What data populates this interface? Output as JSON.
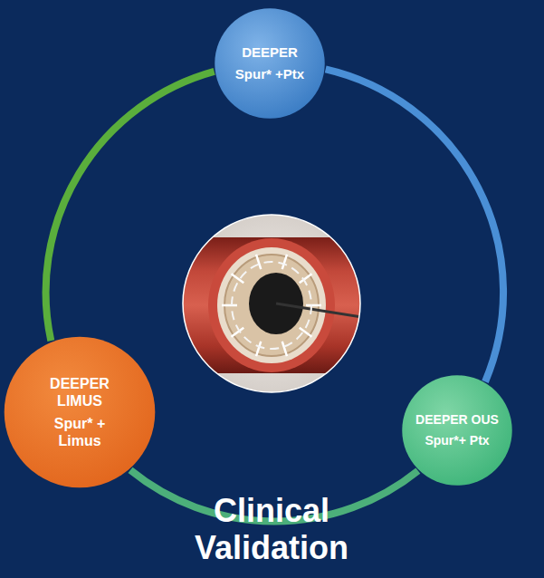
{
  "diagram": {
    "title": "Clinical Validation",
    "nodes": [
      {
        "text": [
          "DEEPER",
          "Spur* +Ptx"
        ]
      },
      {
        "text": [
          "DEEPER LIMUS",
          "Spur* + Limus"
        ]
      },
      {
        "text": [
          "DEEPER OUS",
          "Spur*+ Ptx"
        ]
      }
    ],
    "edges": [
      {
        "from": 0,
        "to": 2,
        "arrow": "none"
      },
      {
        "from": 2,
        "to": 1,
        "arrow": "none"
      },
      {
        "from": 1,
        "to": 0,
        "arrow": "none"
      }
    ]
  }
}
